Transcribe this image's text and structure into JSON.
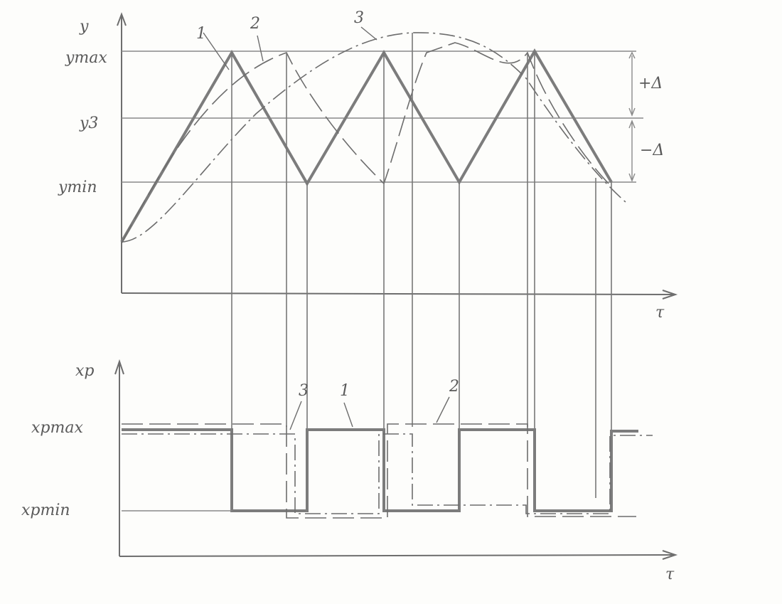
{
  "upper": {
    "y_axis_label": "y",
    "y_max_label": "ymax",
    "y_set_label": "y3",
    "y_min_label": "ymin",
    "plus_delta_label": "+Δ",
    "minus_delta_label": "−Δ",
    "x_axis_label": "τ",
    "curve_numbers": [
      "1",
      "2",
      "3"
    ]
  },
  "lower": {
    "y_axis_label": "xp",
    "xp_max_label": "xpmax",
    "xp_min_label": "xpmin",
    "x_axis_label": "τ",
    "curve_numbers": [
      "3",
      "1",
      "2"
    ]
  }
}
